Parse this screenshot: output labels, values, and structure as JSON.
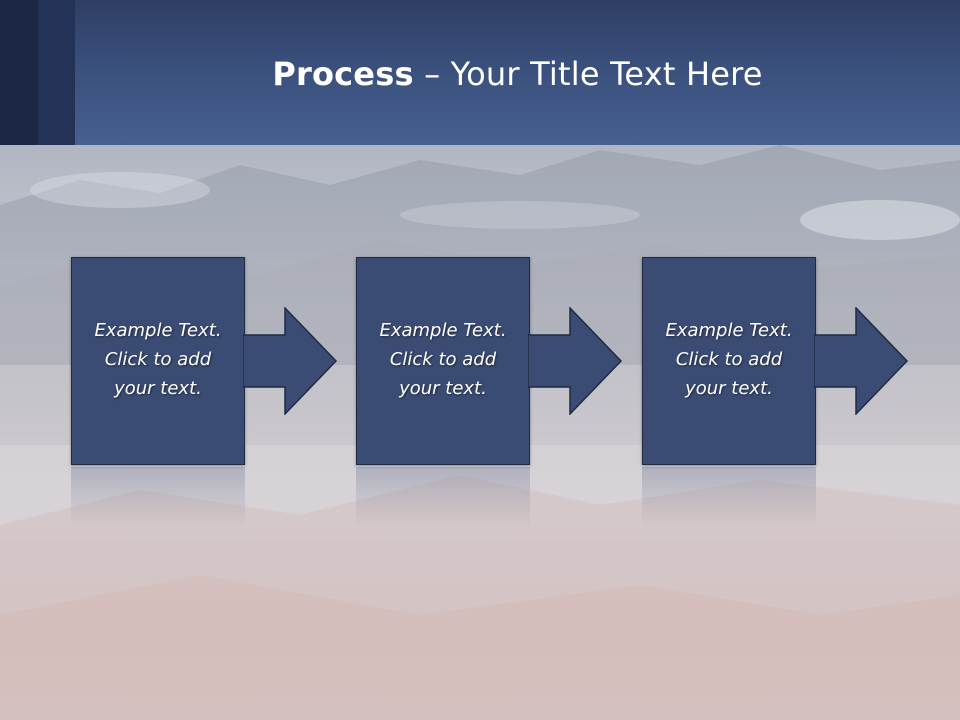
{
  "title": {
    "strong": "Process",
    "rest": " – Your Title Text Here"
  },
  "steps": [
    {
      "text": "Example Text.\nClick  to add\nyour text."
    },
    {
      "text": "Example Text.\nClick  to add\nyour text."
    },
    {
      "text": "Example Text.\nClick  to add\nyour text."
    }
  ],
  "colors": {
    "header": "#3a4f7c",
    "box": "#3b4c74",
    "box_border": "#1f2b45"
  }
}
